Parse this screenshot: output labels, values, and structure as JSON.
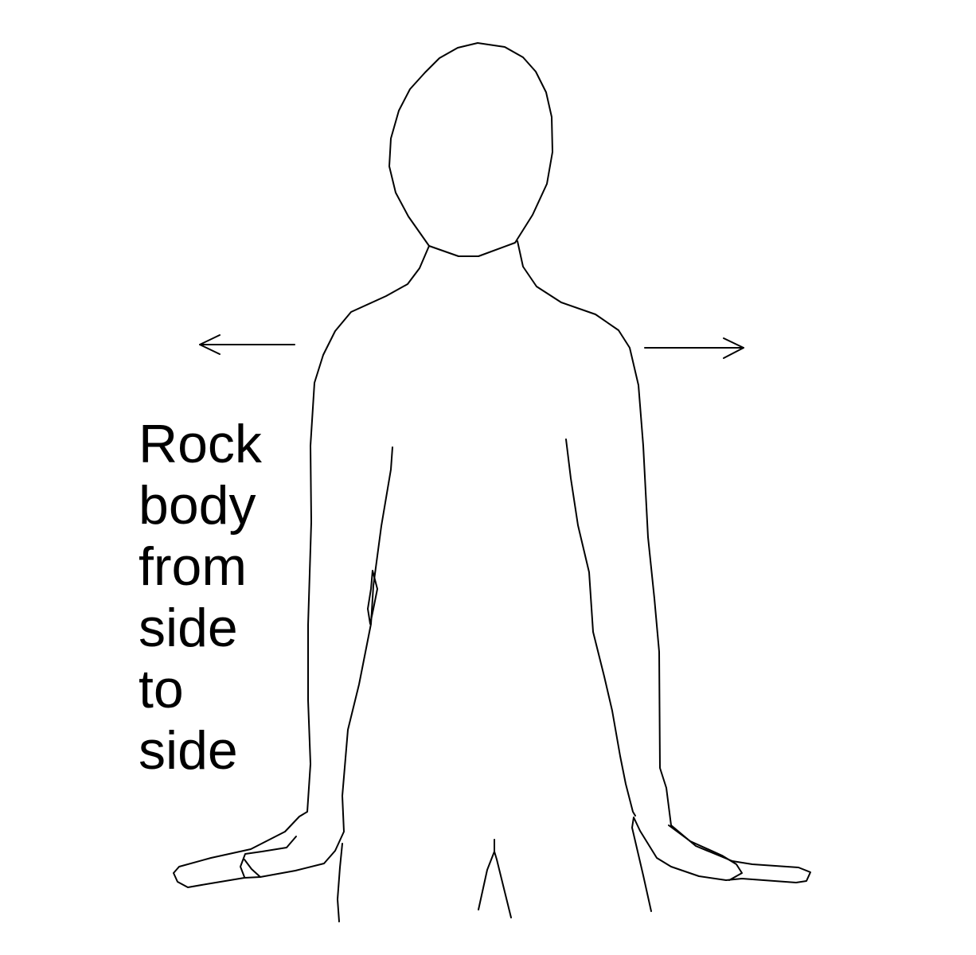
{
  "instruction": {
    "lines": [
      "Rock",
      "body",
      "from",
      "side",
      "to",
      "side"
    ]
  },
  "icons": {
    "left_arrow": "arrow-left-icon",
    "right_arrow": "arrow-right-icon"
  },
  "colors": {
    "stroke": "#000000",
    "background": "#ffffff"
  }
}
